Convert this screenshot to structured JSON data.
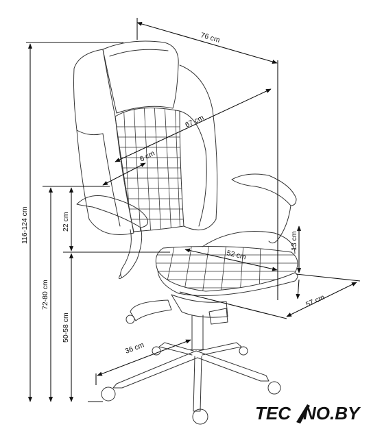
{
  "dimensions": {
    "width": "76 cm",
    "backrest_depth": "67 cm",
    "headrest": "6 cm",
    "armrest_to_seat": "22 cm",
    "total_height": "116-124 cm",
    "armrest_height": "72-80 cm",
    "seat_height": "50-58 cm",
    "seat_depth": "52 cm",
    "armrest_side": "13 cm",
    "depth": "57 cm",
    "base_radius": "36 cm"
  },
  "brand": {
    "prefix": "TEC",
    "suffix": "NO.BY",
    "primary_color": "#e8501e",
    "accent_color": "#111111"
  },
  "colors": {
    "outline": "#333333",
    "dimension_line": "#111111"
  }
}
